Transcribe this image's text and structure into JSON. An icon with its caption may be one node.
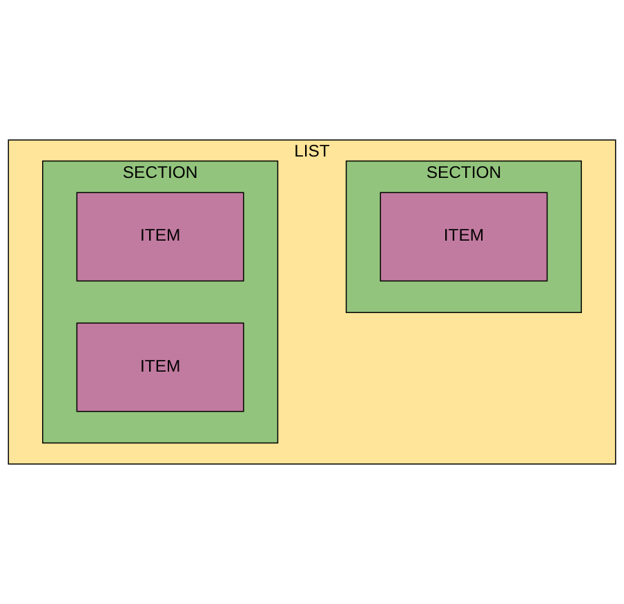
{
  "diagram": {
    "nodes": [
      {
        "text": [
          "LIST"
        ]
      },
      {
        "text": [
          "SECTION"
        ],
        "in": 0
      },
      {
        "text": [
          "ITEM"
        ],
        "in": 1
      },
      {
        "text": [
          "ITEM"
        ],
        "in": 1
      },
      {
        "text": [
          "SECTION"
        ],
        "in": 0
      },
      {
        "text": [
          "ITEM"
        ],
        "in": 4
      }
    ]
  }
}
